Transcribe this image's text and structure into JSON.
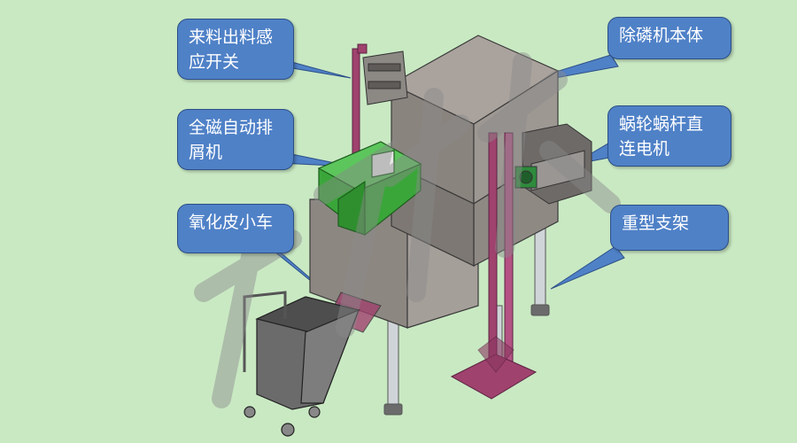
{
  "colors": {
    "background": "#c9e9c3",
    "callout_fill": "#4f81c7",
    "callout_border": "#2c4f86",
    "frame_steel": "#8a8580",
    "magenta_frame": "#a0426e",
    "conveyor_green": "#3aa63a",
    "cart_gray": "#6b6b6b"
  },
  "labels": {
    "feed_sensor": [
      "来料出料感",
      "应开关"
    ],
    "dephos_body": [
      "除磷机本体"
    ],
    "magnetic_chip": [
      "全磁自动排",
      "屑机"
    ],
    "worm_motor": [
      "蜗轮蜗杆直",
      "连电机"
    ],
    "oxide_cart": [
      "氧化皮小车"
    ],
    "heavy_frame": [
      "重型支架"
    ]
  }
}
